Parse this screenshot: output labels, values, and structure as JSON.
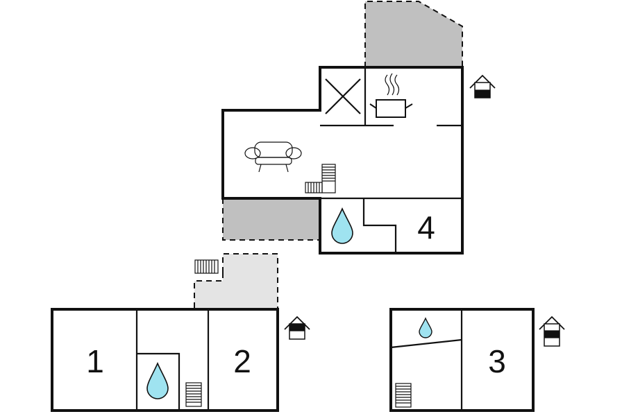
{
  "rooms": {
    "room_1": "1",
    "room_2": "2",
    "room_3": "3",
    "room_4": "4"
  },
  "colors": {
    "wall": "#111111",
    "terrace_dark": "#c0c0c0",
    "terrace_light": "#e4e4e4",
    "water": "#9fe3f0"
  },
  "icons": [
    "kitchen-pot-icon",
    "sofa-icon",
    "water-drop-icon",
    "stairs-icon",
    "floor-level-house-icon",
    "x-void-icon"
  ]
}
